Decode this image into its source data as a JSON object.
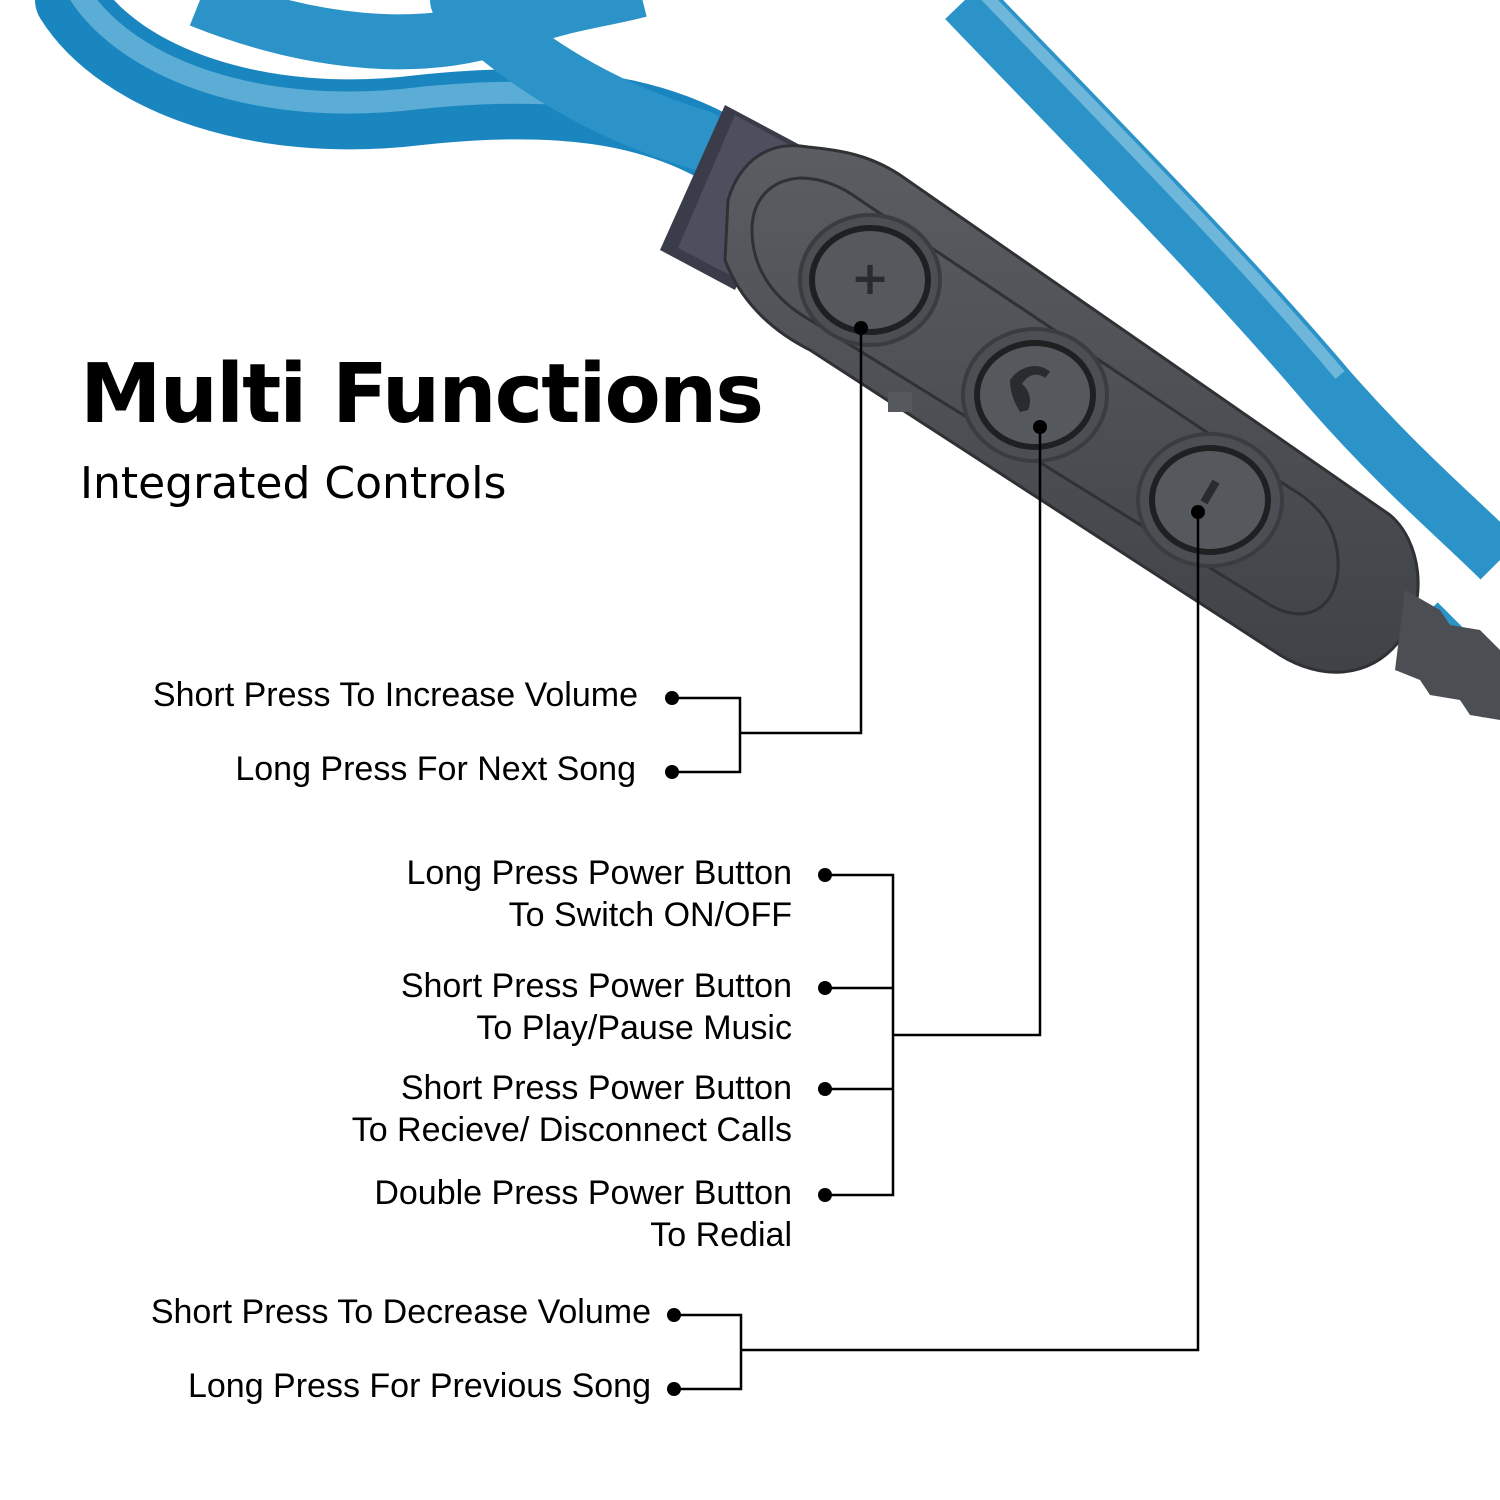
{
  "heading": {
    "title": "Multi Functions",
    "subtitle": "Integrated Controls"
  },
  "buttons": {
    "volume_up_symbol": "+",
    "call_symbol": "call-icon",
    "volume_down_symbol": "-"
  },
  "volume_up": {
    "label_1": "Short Press To Increase Volume",
    "label_2": "Long Press For Next Song"
  },
  "power": {
    "item_1_line_1": "Long Press Power Button",
    "item_1_line_2": "To Switch ON/OFF",
    "item_2_line_1": "Short Press Power Button",
    "item_2_line_2": "To Play/Pause Music",
    "item_3_line_1": "Short Press Power Button",
    "item_3_line_2": "To Recieve/ Disconnect Calls",
    "item_4_line_1": "Double Press Power Button",
    "item_4_line_2": "To Redial"
  },
  "volume_down": {
    "label_1": "Short Press To Decrease Volume",
    "label_2": "Long Press For Previous Song"
  },
  "colors": {
    "cable": "#2b93c8",
    "cable_highlight": "#6db6d9",
    "remote_body": "#4b4e53",
    "remote_dark": "#2f3134",
    "leader_lines": "#000000"
  }
}
